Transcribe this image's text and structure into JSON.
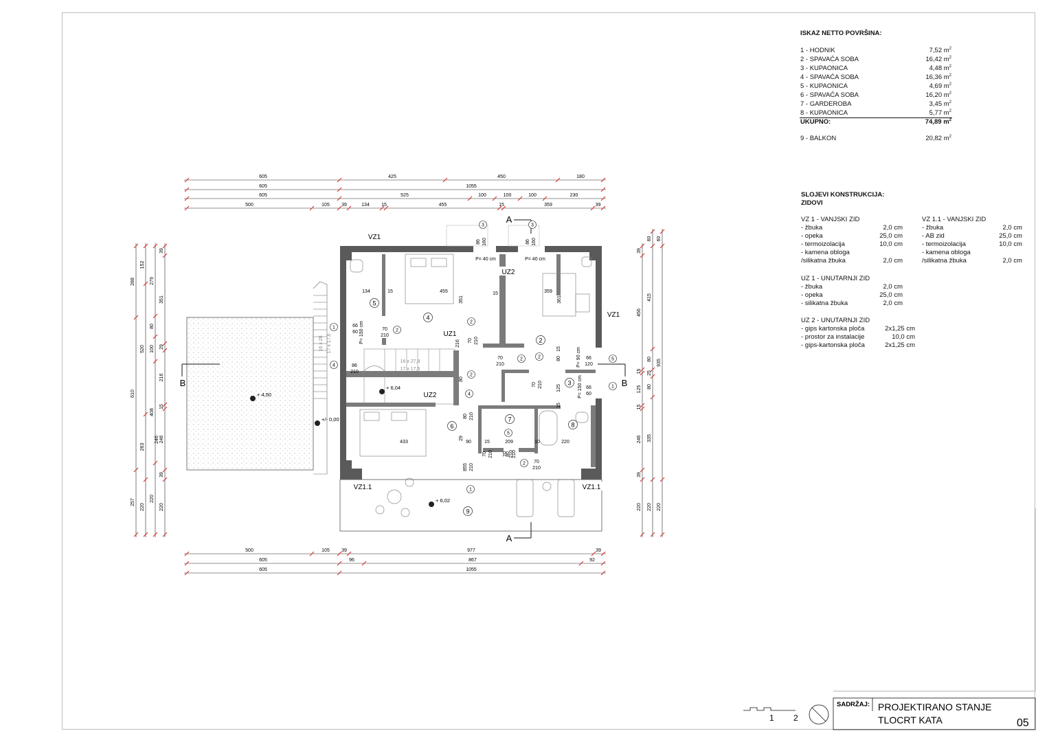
{
  "areas": {
    "title": "ISKAZ NETTO POVRŠINA:",
    "unit_suffix": "m",
    "rows": [
      {
        "name": "1 - HODNIK",
        "value": "7,52"
      },
      {
        "name": "2 - SPAVAĆA SOBA",
        "value": "16,42"
      },
      {
        "name": "3 - KUPAONICA",
        "value": "4,48"
      },
      {
        "name": "4 - SPAVAĆA SOBA",
        "value": "16,36"
      },
      {
        "name": "5 - KUPAONICA",
        "value": "4,69"
      },
      {
        "name": "6 - SPAVAĆA SOBA",
        "value": "16,20"
      },
      {
        "name": "7 - GARDEROBA",
        "value": "3,45"
      },
      {
        "name": "8 - KUPAONICA",
        "value": "5,77"
      }
    ],
    "total_label": "UKUPNO:",
    "total_value": "74,89",
    "balcony_name": "9 - BALKON",
    "balcony_value": "20,82"
  },
  "layers": {
    "title_line1": "SLOJEVI KONSTRUKCIJA:",
    "title_line2": "ZIDOVI",
    "groups": [
      {
        "title": "VZ 1 - VANJSKI ZID",
        "items": [
          {
            "name": "- žbuka",
            "value": "2,0 cm"
          },
          {
            "name": "- opeka",
            "value": "25,0 cm"
          },
          {
            "name": "- termoizolacija",
            "value": "10,0 cm"
          },
          {
            "name": "- kamena obloga",
            "value": ""
          },
          {
            "name": " /silikatna žbuka",
            "value": "2,0 cm"
          }
        ]
      },
      {
        "title": "VZ 1.1 - VANJSKI ZID",
        "items": [
          {
            "name": "- žbuka",
            "value": "2,0 cm"
          },
          {
            "name": "- AB zid",
            "value": "25,0 cm"
          },
          {
            "name": "- termoizolacija",
            "value": "10,0 cm"
          },
          {
            "name": "- kamena obloga",
            "value": ""
          },
          {
            "name": " /silikatna žbuka",
            "value": "2,0 cm"
          }
        ]
      },
      {
        "title": "UZ 1 - UNUTARNJI ZID",
        "items": [
          {
            "name": "- žbuka",
            "value": "2,0 cm"
          },
          {
            "name": "- opeka",
            "value": "25,0 cm"
          },
          {
            "name": "- silikatna žbuka",
            "value": "2,0 cm"
          }
        ]
      },
      {
        "title": "UZ 2 - UNUTARNJI ZID",
        "items": [
          {
            "name": "- gips kartonska ploča",
            "value": "2x1,25 cm"
          },
          {
            "name": "- prostor za instalacije",
            "value": "10,0 cm"
          },
          {
            "name": "- gips-kartonska ploča",
            "value": "2x1,25 cm"
          }
        ]
      }
    ]
  },
  "plan": {
    "dims_top": {
      "row1": [
        "605",
        "425",
        "450",
        "180"
      ],
      "row2": [
        "605",
        "1055"
      ],
      "row3": [
        "605",
        "525",
        "100",
        "100",
        "100",
        "230"
      ],
      "row4": [
        "500",
        "105",
        "39",
        "134",
        "15",
        "455",
        "15",
        "359",
        "39"
      ]
    },
    "dims_bottom": {
      "row1": [
        "500",
        "105",
        "39",
        "977",
        "39"
      ],
      "row2": [
        "605",
        "96",
        "867",
        "92"
      ],
      "row3": [
        "605",
        "1055"
      ]
    },
    "dims_left": {
      "col1": [
        "288",
        "610",
        "257"
      ],
      "col2": [
        "152",
        "520",
        "263",
        "220"
      ],
      "col3": [
        "279",
        "80",
        "100",
        "408",
        "220"
      ],
      "col4": [
        "39",
        "351",
        "29",
        "216",
        "15",
        "246",
        "39",
        "220"
      ]
    },
    "dims_right": {
      "col1": [
        "39",
        "456",
        "15",
        "125",
        "15",
        "246",
        "39",
        "220"
      ],
      "col2": [
        "60",
        "415",
        "80",
        "25",
        "80",
        "335",
        "220"
      ],
      "col3": [
        "60",
        "935",
        "220"
      ]
    },
    "wall_labels": [
      "VZ1",
      "VZ1",
      "UZ1",
      "UZ2",
      "UZ2",
      "VZ1.1",
      "VZ1.1"
    ],
    "room_numbers": [
      "5",
      "4",
      "2",
      "3",
      "6",
      "7",
      "8",
      "9"
    ],
    "levels": [
      "+ 4,50",
      "+/- 0,00",
      "+ 6,04",
      "+ 6,02"
    ],
    "section_labels": [
      "A",
      "A",
      "B",
      "B"
    ],
    "stair_text": [
      "16 x 27,8",
      "17 x 17,6",
      "16 x 28",
      "17 x 17,6"
    ],
    "windows": [
      "P= 40 cm",
      "P= 40 cm",
      "P= 150 cm",
      "P= 90 cm",
      "P= 150 cm"
    ],
    "inner_dims": [
      "134",
      "15",
      "455",
      "351",
      "15",
      "359",
      "361",
      "433",
      "90",
      "15",
      "209",
      "10",
      "220",
      "125",
      "15",
      "15",
      "80",
      "80",
      "216",
      "29",
      "246"
    ],
    "openings": [
      {
        "w": "86",
        "h": "160"
      },
      {
        "w": "86",
        "h": "160"
      },
      {
        "w": "66",
        "h": "60"
      },
      {
        "w": "70",
        "h": "210"
      },
      {
        "w": "86",
        "h": "210"
      },
      {
        "w": "70",
        "h": "210"
      },
      {
        "w": "70",
        "h": "210"
      },
      {
        "w": "66",
        "h": "120"
      },
      {
        "w": "66",
        "h": "60"
      },
      {
        "w": "80",
        "h": "210"
      },
      {
        "w": "70",
        "h": "210"
      },
      {
        "w": "855",
        "h": "210"
      },
      {
        "w": "70",
        "h": "210"
      },
      {
        "w": "80",
        "h": "210"
      },
      {
        "w": "70",
        "h": "210"
      },
      {
        "w": "70",
        "h": "210"
      }
    ]
  },
  "scale": {
    "n1": "1",
    "n2": "2"
  },
  "title_block": {
    "label": "SADRŽAJ:",
    "line1": "PROJEKTIRANO STANJE",
    "line2": "TLOCRT KATA",
    "sheet_number": "05"
  }
}
